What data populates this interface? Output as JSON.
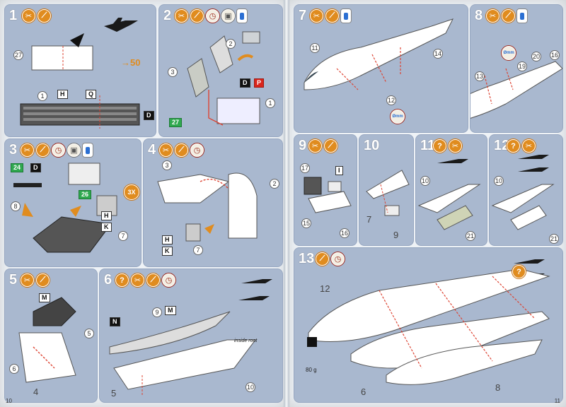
{
  "pages": {
    "left_page_number": "10",
    "right_page_number": "11"
  },
  "steps": [
    {
      "number": "1",
      "labels": {
        "part_27": "27",
        "part_1": "1",
        "tag_H": "H",
        "tag_Q": "Q",
        "tag_D": "D",
        "arrow_num": "50"
      }
    },
    {
      "number": "2",
      "labels": {
        "part_2": "2",
        "part_3": "3",
        "part_1": "1",
        "tag_D": "D",
        "tag_P": "P",
        "tag_green": "27"
      }
    },
    {
      "number": "3",
      "labels": {
        "part_8": "8",
        "part_7": "7",
        "tag_D": "D",
        "tag_K": "K",
        "tag_H": "H",
        "tag_24": "24",
        "tag_26": "26",
        "multiplier": "3X"
      }
    },
    {
      "number": "4",
      "labels": {
        "part_3": "3",
        "part_2": "2",
        "part_7": "7",
        "tag_H": "H",
        "tag_K": "K"
      }
    },
    {
      "number": "5",
      "labels": {
        "part_4": "4",
        "part_5": "5",
        "part_6": "6",
        "tag_M": "M"
      }
    },
    {
      "number": "6",
      "labels": {
        "part_5": "5",
        "part_10": "10",
        "part_9": "9",
        "tag_N": "N",
        "tag_M": "M",
        "tag_inside": "inside root"
      }
    },
    {
      "number": "7",
      "labels": {
        "part_11": "11",
        "part_12": "12",
        "part_14": "14",
        "drill": "Ømm"
      }
    },
    {
      "number": "8",
      "labels": {
        "part_16": "16",
        "part_13": "13",
        "part_19": "19",
        "part_20": "20",
        "drill": "Ømm"
      }
    },
    {
      "number": "9",
      "labels": {
        "part_17": "17",
        "part_15": "15",
        "part_16": "16",
        "tag_I": "I"
      }
    },
    {
      "number": "10",
      "labels": {
        "part_7": "7",
        "part_9": "9"
      }
    },
    {
      "number": "11",
      "labels": {
        "part_10": "10",
        "part_21": "21"
      }
    },
    {
      "number": "12",
      "labels": {
        "part_10": "10",
        "part_21": "21"
      }
    },
    {
      "number": "13",
      "labels": {
        "part_12": "12",
        "part_6": "6",
        "part_8": "8",
        "weight": "80 g"
      }
    }
  ]
}
